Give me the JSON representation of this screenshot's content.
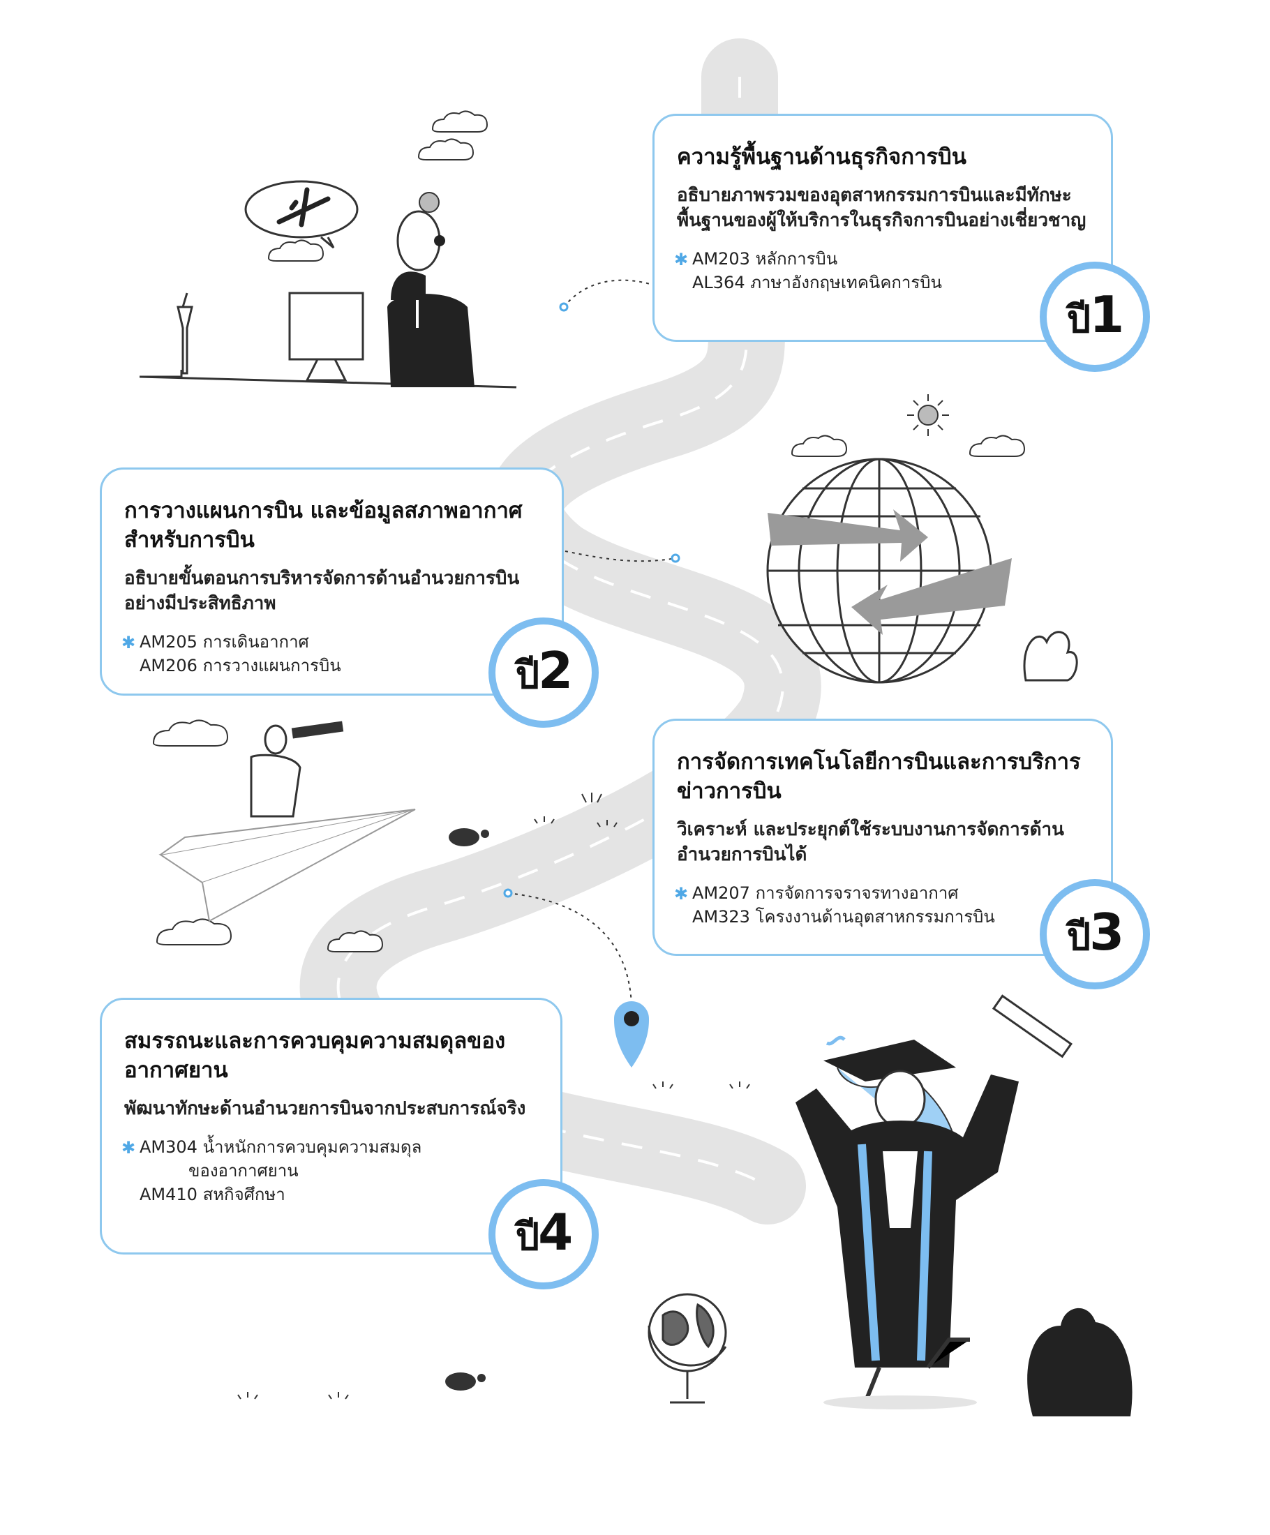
{
  "colors": {
    "accent": "#7dbdf0",
    "road": "#e6e6e6",
    "ink": "#1a1a1a"
  },
  "years": [
    {
      "badge_prefix": "ปี",
      "badge_num": "1",
      "title": "ความรู้พื้นฐานด้านธุรกิจการบิน",
      "desc": "อธิบายภาพรวมของอุตสาหกรรมการบินและมีทักษะพื้นฐานของผู้ให้บริการในธุรกิจการบินอย่างเชี่ยวชาญ",
      "courses": [
        "AM203 หลักการบิน",
        "AL364  ภาษาอังกฤษเทคนิคการบิน"
      ]
    },
    {
      "badge_prefix": "ปี",
      "badge_num": "2",
      "title": "การวางแผนการบิน และข้อมูลสภาพอากาศสำหรับการบิน",
      "desc": "อธิบายขั้นตอนการบริหารจัดการด้านอำนวยการบินอย่างมีประสิทธิภาพ",
      "courses": [
        "AM205 การเดินอากาศ",
        "AM206 การวางแผนการบิน"
      ]
    },
    {
      "badge_prefix": "ปี",
      "badge_num": "3",
      "title": "การจัดการเทคโนโลยีการบินและการบริการข่าวการบิน",
      "desc": "วิเคราะห์ และประยุกต์ใช้ระบบงานการจัดการด้านอำนวยการบินได้",
      "courses": [
        "AM207 การจัดการจราจรทางอากาศ",
        "AM323 โครงงานด้านอุตสาหกรรมการบิน"
      ]
    },
    {
      "badge_prefix": "ปี",
      "badge_num": "4",
      "title": "สมรรถนะและการควบคุมความสมดุลของอากาศยาน",
      "desc": "พัฒนาทักษะด้านอำนวยการบินจากประสบการณ์จริง",
      "courses": [
        "AM304 น้ำหนักการควบคุมความสมดุล",
        "ของอากาศยาน",
        "AM410 สหกิจศึกษา"
      ]
    }
  ],
  "icons": [
    "airplane-icon",
    "control-tower-icon",
    "globe-icon",
    "sun-icon",
    "cloud-icon",
    "map-pin-icon",
    "telescope-icon",
    "paper-plane-icon",
    "turtle-icon",
    "graduation-cap-icon",
    "diploma-icon",
    "desk-globe-icon",
    "bush-icon"
  ]
}
